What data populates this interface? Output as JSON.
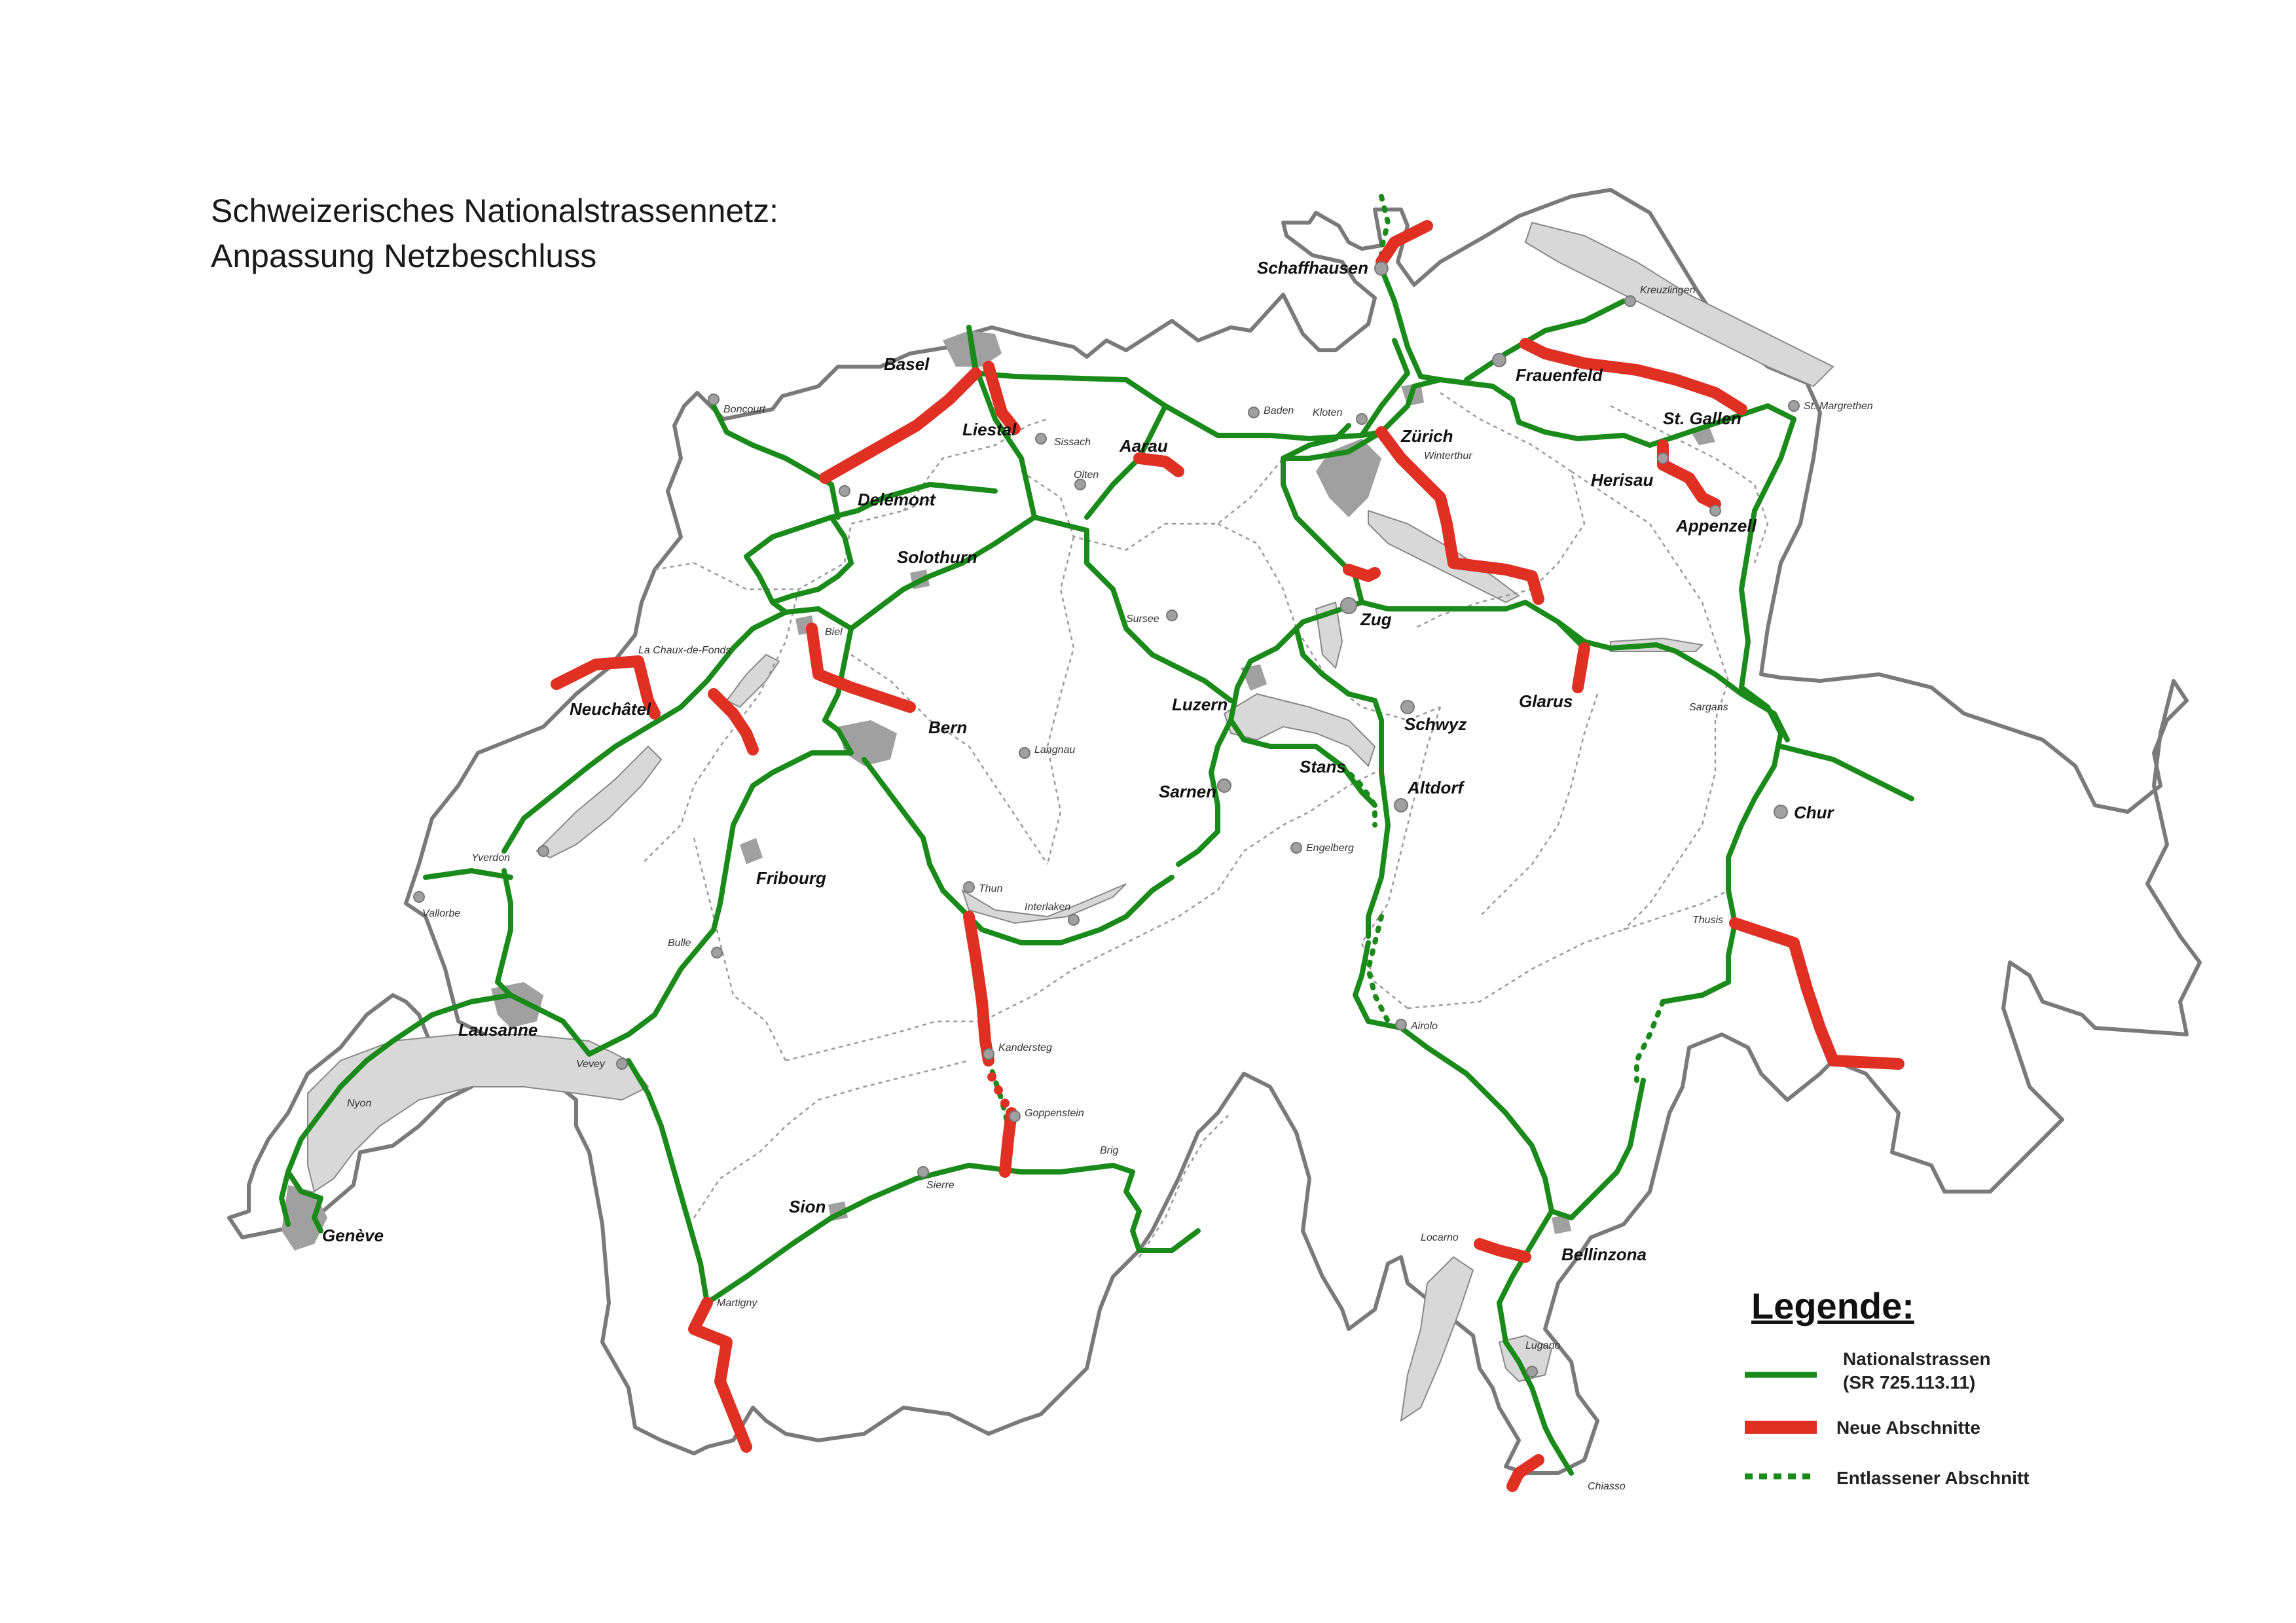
{
  "title": {
    "line1": "Schweizerisches Nationalstrassennetz:",
    "line2": "Anpassung Netzbeschluss"
  },
  "legend": {
    "heading": "Legende:",
    "items": [
      {
        "label": "Nationalstrassen",
        "sub": "(SR 725.113.11)",
        "color": "#1a8a1a",
        "style": "solid"
      },
      {
        "label": "Neue Abschnitte",
        "sub": "",
        "color": "#e03024",
        "style": "thick"
      },
      {
        "label": "Entlassener Abschnitt",
        "sub": "",
        "color": "#1a8a1a",
        "style": "dotted"
      }
    ]
  },
  "places": {
    "major": [
      "Schaffhausen",
      "Basel",
      "Liestal",
      "Aarau",
      "Zürich",
      "Frauenfeld",
      "St. Gallen",
      "Herisau",
      "Appenzell",
      "Delémont",
      "Solothurn",
      "Zug",
      "Neuchâtel",
      "Bern",
      "Luzern",
      "Schwyz",
      "Glarus",
      "Stans",
      "Altdorf",
      "Sarnen",
      "Chur",
      "Fribourg",
      "Lausanne",
      "Genève",
      "Sion",
      "Bellinzona"
    ],
    "minor": [
      "Kreuzlingen",
      "Boncourt",
      "Baden",
      "Kloten",
      "Winterthur",
      "St. Margrethen",
      "Sissach",
      "Olten",
      "Biel",
      "La Chaux-de-Fonds",
      "Sursee",
      "Sargans",
      "Langnau",
      "Yverdon",
      "Engelberg",
      "Thun",
      "Interlaken",
      "Vallorbe",
      "Bulle",
      "Thusis",
      "Airolo",
      "Vevey",
      "Kandersteg",
      "Goppenstein",
      "Nyon",
      "Brig",
      "Sierre",
      "Locarno",
      "Martigny",
      "Lugano",
      "Chiasso"
    ]
  },
  "colors": {
    "border": "#7a7a7a",
    "canton": "#9a9a9a",
    "lake": "#c8c8c8",
    "city": "#a0a0a0",
    "national": "#1a8a1a",
    "new": "#e03024"
  }
}
